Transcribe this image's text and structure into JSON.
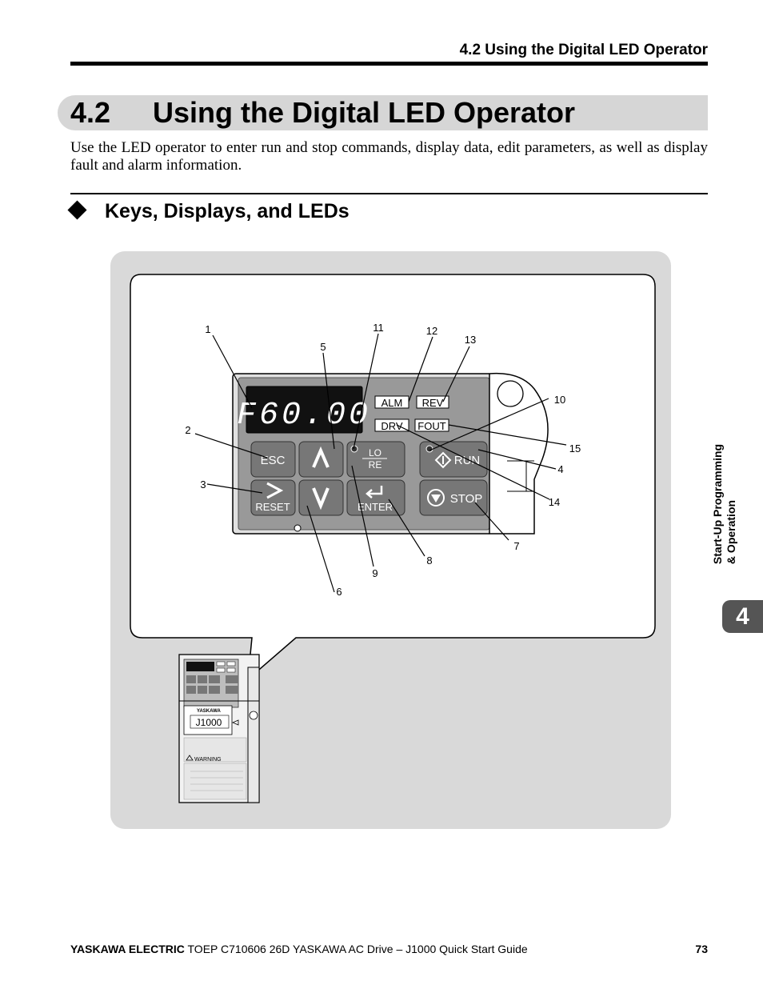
{
  "header": {
    "running_title": "4.2  Using the Digital LED Operator"
  },
  "section": {
    "number": "4.2",
    "title": "Using the Digital LED Operator",
    "intro": "Use the LED operator to enter run and stop commands, display data, edit parameters, as well as display fault and alarm information."
  },
  "subsection": {
    "title": "Keys, Displays, and LEDs"
  },
  "figure": {
    "display_text": "F60.00",
    "indicators": {
      "alm": "ALM",
      "rev": "REV",
      "drv": "DRV",
      "fout": "FOUT"
    },
    "keys": {
      "esc": "ESC",
      "reset": "RESET",
      "lo": "LO",
      "re": "RE",
      "enter": "ENTER",
      "run": "RUN",
      "stop": "STOP"
    },
    "callouts": [
      "1",
      "2",
      "3",
      "4",
      "5",
      "6",
      "7",
      "8",
      "9",
      "10",
      "11",
      "12",
      "13",
      "14",
      "15"
    ],
    "drive_label": "J1000",
    "drive_brand": "YASKAWA",
    "drive_warning": "WARNING"
  },
  "side_tab": {
    "line1": "Start-Up Programming",
    "line2": "& Operation",
    "chapter": "4"
  },
  "footer": {
    "brand": "YASKAWA ELECTRIC",
    "doc": " TOEP C710606 26D YASKAWA AC Drive – J1000 Quick Start Guide",
    "page": "73"
  }
}
